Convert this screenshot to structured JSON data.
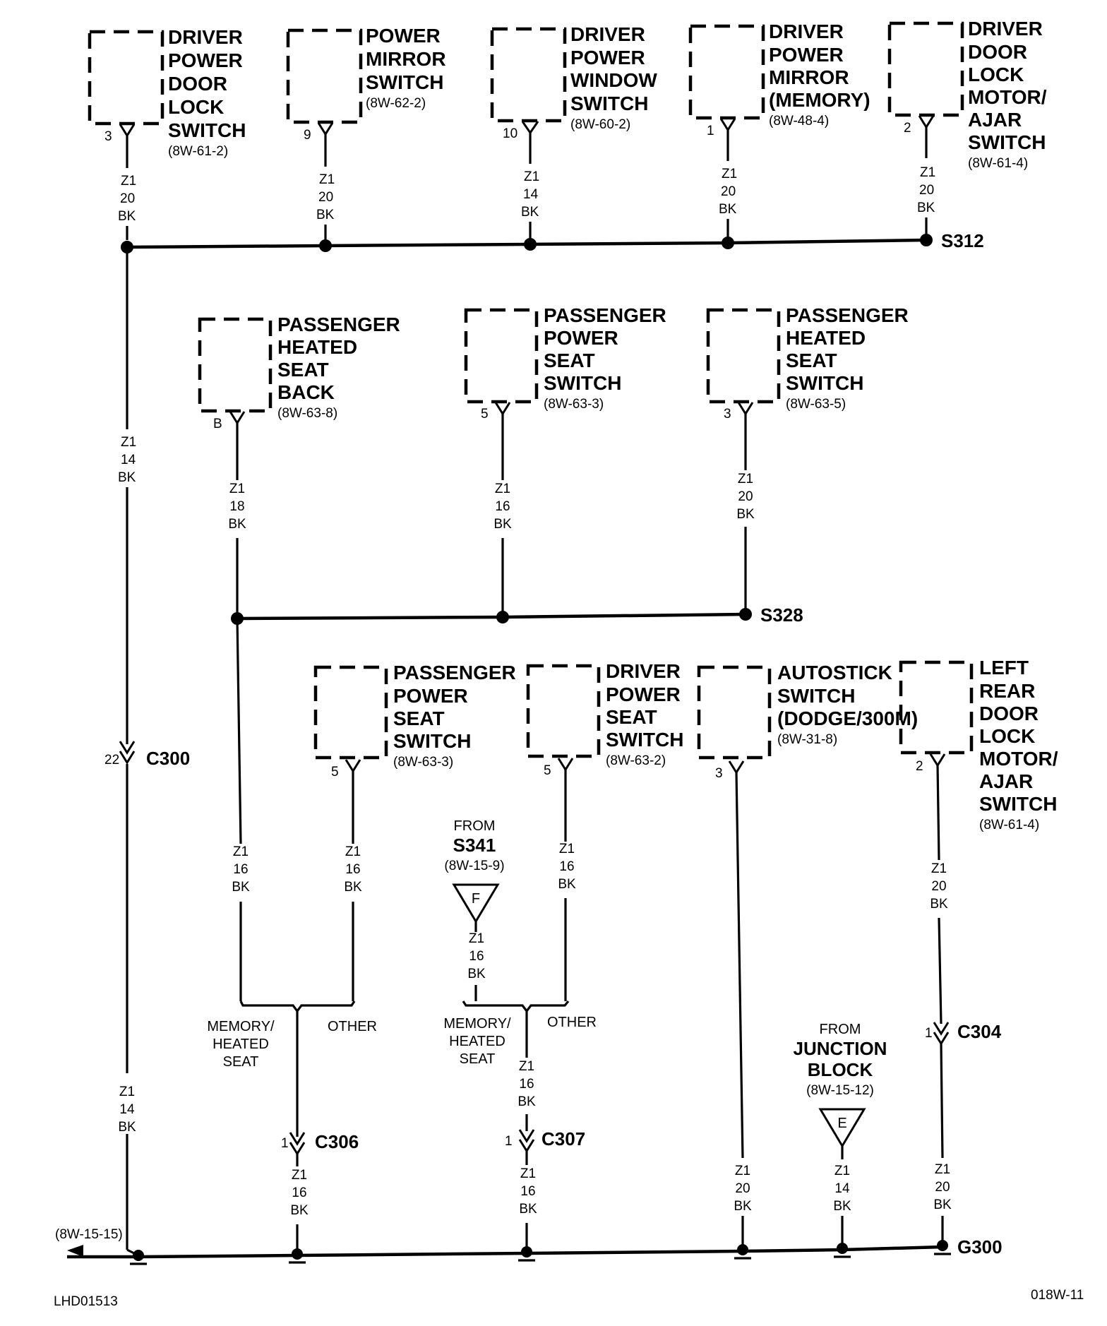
{
  "components": {
    "driver_power_door_lock_switch": {
      "lines": [
        "DRIVER",
        "POWER",
        "DOOR",
        "LOCK",
        "SWITCH"
      ],
      "ref": "(8W-61-2)",
      "pin": "3"
    },
    "power_mirror_switch": {
      "lines": [
        "POWER",
        "MIRROR",
        "SWITCH"
      ],
      "ref": "(8W-62-2)",
      "pin": "9"
    },
    "driver_power_window_switch": {
      "lines": [
        "DRIVER",
        "POWER",
        "WINDOW",
        "SWITCH"
      ],
      "ref": "(8W-60-2)",
      "pin": "10"
    },
    "driver_power_mirror_memory": {
      "lines": [
        "DRIVER",
        "POWER",
        "MIRROR",
        "(MEMORY)"
      ],
      "ref": "(8W-48-4)",
      "pin": "1"
    },
    "driver_door_lock_motor": {
      "lines": [
        "DRIVER",
        "DOOR",
        "LOCK",
        "MOTOR/",
        "AJAR",
        "SWITCH"
      ],
      "ref": "(8W-61-4)",
      "pin": "2"
    },
    "passenger_heated_seat_back": {
      "lines": [
        "PASSENGER",
        "HEATED",
        "SEAT",
        "BACK"
      ],
      "ref": "(8W-63-8)",
      "pin": "B"
    },
    "passenger_power_seat_switch_upper": {
      "lines": [
        "PASSENGER",
        "POWER",
        "SEAT",
        "SWITCH"
      ],
      "ref": "(8W-63-3)",
      "pin": "5"
    },
    "passenger_heated_seat_switch": {
      "lines": [
        "PASSENGER",
        "HEATED",
        "SEAT",
        "SWITCH"
      ],
      "ref": "(8W-63-5)",
      "pin": "3"
    },
    "passenger_power_seat_switch_lower": {
      "lines": [
        "PASSENGER",
        "POWER",
        "SEAT",
        "SWITCH"
      ],
      "ref": "(8W-63-3)",
      "pin": "5"
    },
    "driver_power_seat_switch": {
      "lines": [
        "DRIVER",
        "POWER",
        "SEAT",
        "SWITCH"
      ],
      "ref": "(8W-63-2)",
      "pin": "5"
    },
    "autostick_switch": {
      "lines": [
        "AUTOSTICK",
        "SWITCH",
        "(DODGE/300M)"
      ],
      "ref": "(8W-31-8)",
      "pin": "3"
    },
    "left_rear_door_lock_motor": {
      "lines": [
        "LEFT",
        "REAR",
        "DOOR",
        "LOCK",
        "MOTOR/",
        "AJAR",
        "SWITCH"
      ],
      "ref": "(8W-61-4)",
      "pin": "2"
    }
  },
  "wires": {
    "w1": [
      "Z1",
      "20",
      "BK"
    ],
    "w2": [
      "Z1",
      "20",
      "BK"
    ],
    "w3": [
      "Z1",
      "14",
      "BK"
    ],
    "w4": [
      "Z1",
      "20",
      "BK"
    ],
    "w5": [
      "Z1",
      "20",
      "BK"
    ],
    "w6": [
      "Z1",
      "14",
      "BK"
    ],
    "w7": [
      "Z1",
      "18",
      "BK"
    ],
    "w8": [
      "Z1",
      "16",
      "BK"
    ],
    "w9": [
      "Z1",
      "20",
      "BK"
    ],
    "w10": [
      "Z1",
      "16",
      "BK"
    ],
    "w11": [
      "Z1",
      "16",
      "BK"
    ],
    "w12": [
      "Z1",
      "16",
      "BK"
    ],
    "w13": [
      "Z1",
      "16",
      "BK"
    ],
    "w14": [
      "Z1",
      "20",
      "BK"
    ],
    "w15": [
      "Z1",
      "14",
      "BK"
    ],
    "w16": [
      "Z1",
      "16",
      "BK"
    ],
    "w17": [
      "Z1",
      "16",
      "BK"
    ],
    "w18": [
      "Z1",
      "16",
      "BK"
    ],
    "w19": [
      "Z1",
      "20",
      "BK"
    ],
    "w20": [
      "Z1",
      "14",
      "BK"
    ],
    "w21": [
      "Z1",
      "20",
      "BK"
    ]
  },
  "splices": {
    "s312": "S312",
    "s328": "S328"
  },
  "connectors": {
    "c300": {
      "name": "C300",
      "pin": "22"
    },
    "c306": {
      "name": "C306",
      "pin": "1"
    },
    "c307": {
      "name": "C307",
      "pin": "1"
    },
    "c304": {
      "name": "C304",
      "pin": "1"
    }
  },
  "branches": {
    "memory_heated_seat": [
      "MEMORY/",
      "HEATED",
      "SEAT"
    ],
    "other": "OTHER"
  },
  "from_s341": {
    "from": "FROM",
    "name": "S341",
    "ref": "(8W-15-9)",
    "letter": "F"
  },
  "from_junction_block": {
    "from": "FROM",
    "lines": [
      "JUNCTION",
      "BLOCK"
    ],
    "ref": "(8W-15-12)",
    "letter": "E"
  },
  "ground": {
    "name": "G300",
    "ref": "(8W-15-15)"
  },
  "footer": {
    "left": "LHD01513",
    "right": "018W-11"
  }
}
